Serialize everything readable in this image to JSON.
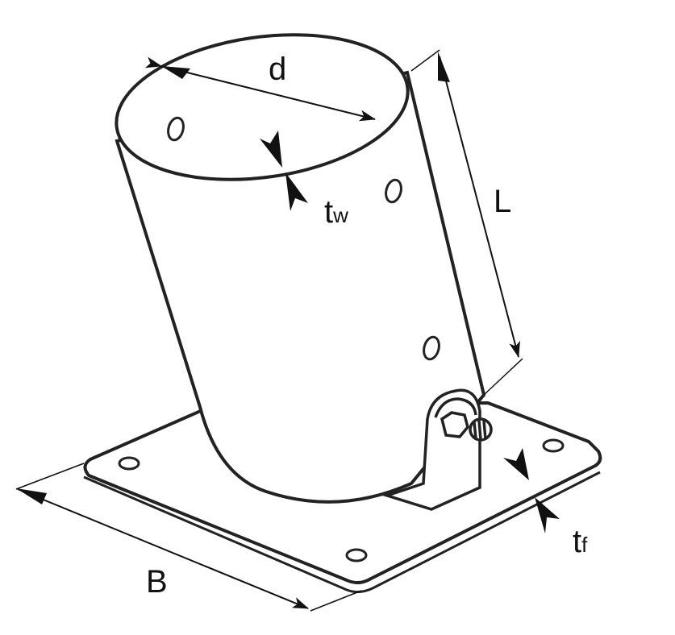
{
  "diagram": {
    "subject": "Tilted cylindrical post support on square base plate with hinge bracket and bolt",
    "labels": {
      "diameter": "d",
      "wall_thickness_main": "t",
      "wall_thickness_sub": "w",
      "length": "L",
      "base_width": "B",
      "flange_thickness_main": "t",
      "flange_thickness_sub": "f"
    },
    "colors": {
      "line": "#222222",
      "background": "#ffffff"
    }
  }
}
